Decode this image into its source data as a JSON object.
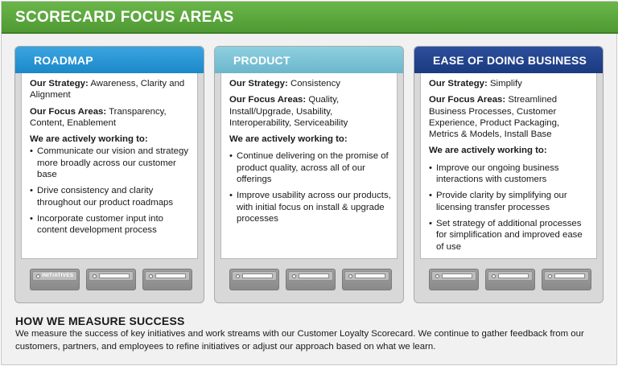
{
  "banner": {
    "title": "SCORECARD FOCUS AREAS"
  },
  "cards": [
    {
      "title": "ROADMAP",
      "strategy_label": "Our Strategy:",
      "strategy_text": " Awareness, Clarity and Alignment",
      "focus_label": "Our Focus Areas:",
      "focus_text": " Transparency, Content, Enablement",
      "working_heading": "We are actively working to:",
      "bullets": [
        "Communicate our vision and strategy more broadly across our customer base",
        "Drive consistency and clarity throughout our product roadmaps",
        "Incorporate customer input into content development process"
      ],
      "initiatives_label": "INITIATIVES"
    },
    {
      "title": "PRODUCT",
      "strategy_label": "Our Strategy:",
      "strategy_text": " Consistency",
      "focus_label": "Our Focus Areas:",
      "focus_text": "  Quality, Install/Upgrade, Usability, Interoperability, Serviceability",
      "working_heading": "We are actively working to:",
      "bullets": [
        "Continue delivering on the promise of product quality, across all of our offerings",
        "Improve usability across our products, with initial focus on install & upgrade processes"
      ]
    },
    {
      "title": "EASE OF DOING BUSINESS",
      "strategy_label": "Our Strategy:",
      "strategy_text": " Simplify",
      "focus_label": "Our Focus Areas:",
      "focus_text": " Streamlined Business Processes, Customer Experience, Product Packaging, Metrics & Models, Install Base",
      "working_heading": "We are actively working to:",
      "bullets": [
        "Improve our ongoing business interactions with customers",
        "Provide clarity by simplifying our licensing transfer processes",
        "Set strategy of additional processes for simplification and improved ease of use"
      ]
    }
  ],
  "bullet_glyph": "•",
  "measure": {
    "title": "HOW WE MEASURE SUCCESS",
    "text": "We measure the success of key initiatives and work streams with our Customer Loyalty Scorecard. We continue to gather feedback from our customers, partners, and employees to refine initiatives or adjust our approach based on what we learn."
  },
  "colors": {
    "banner_green": "#5aa83c",
    "roadmap_blue": "#1f8fd2",
    "product_teal": "#79bfd2",
    "ease_navy": "#223f88"
  }
}
